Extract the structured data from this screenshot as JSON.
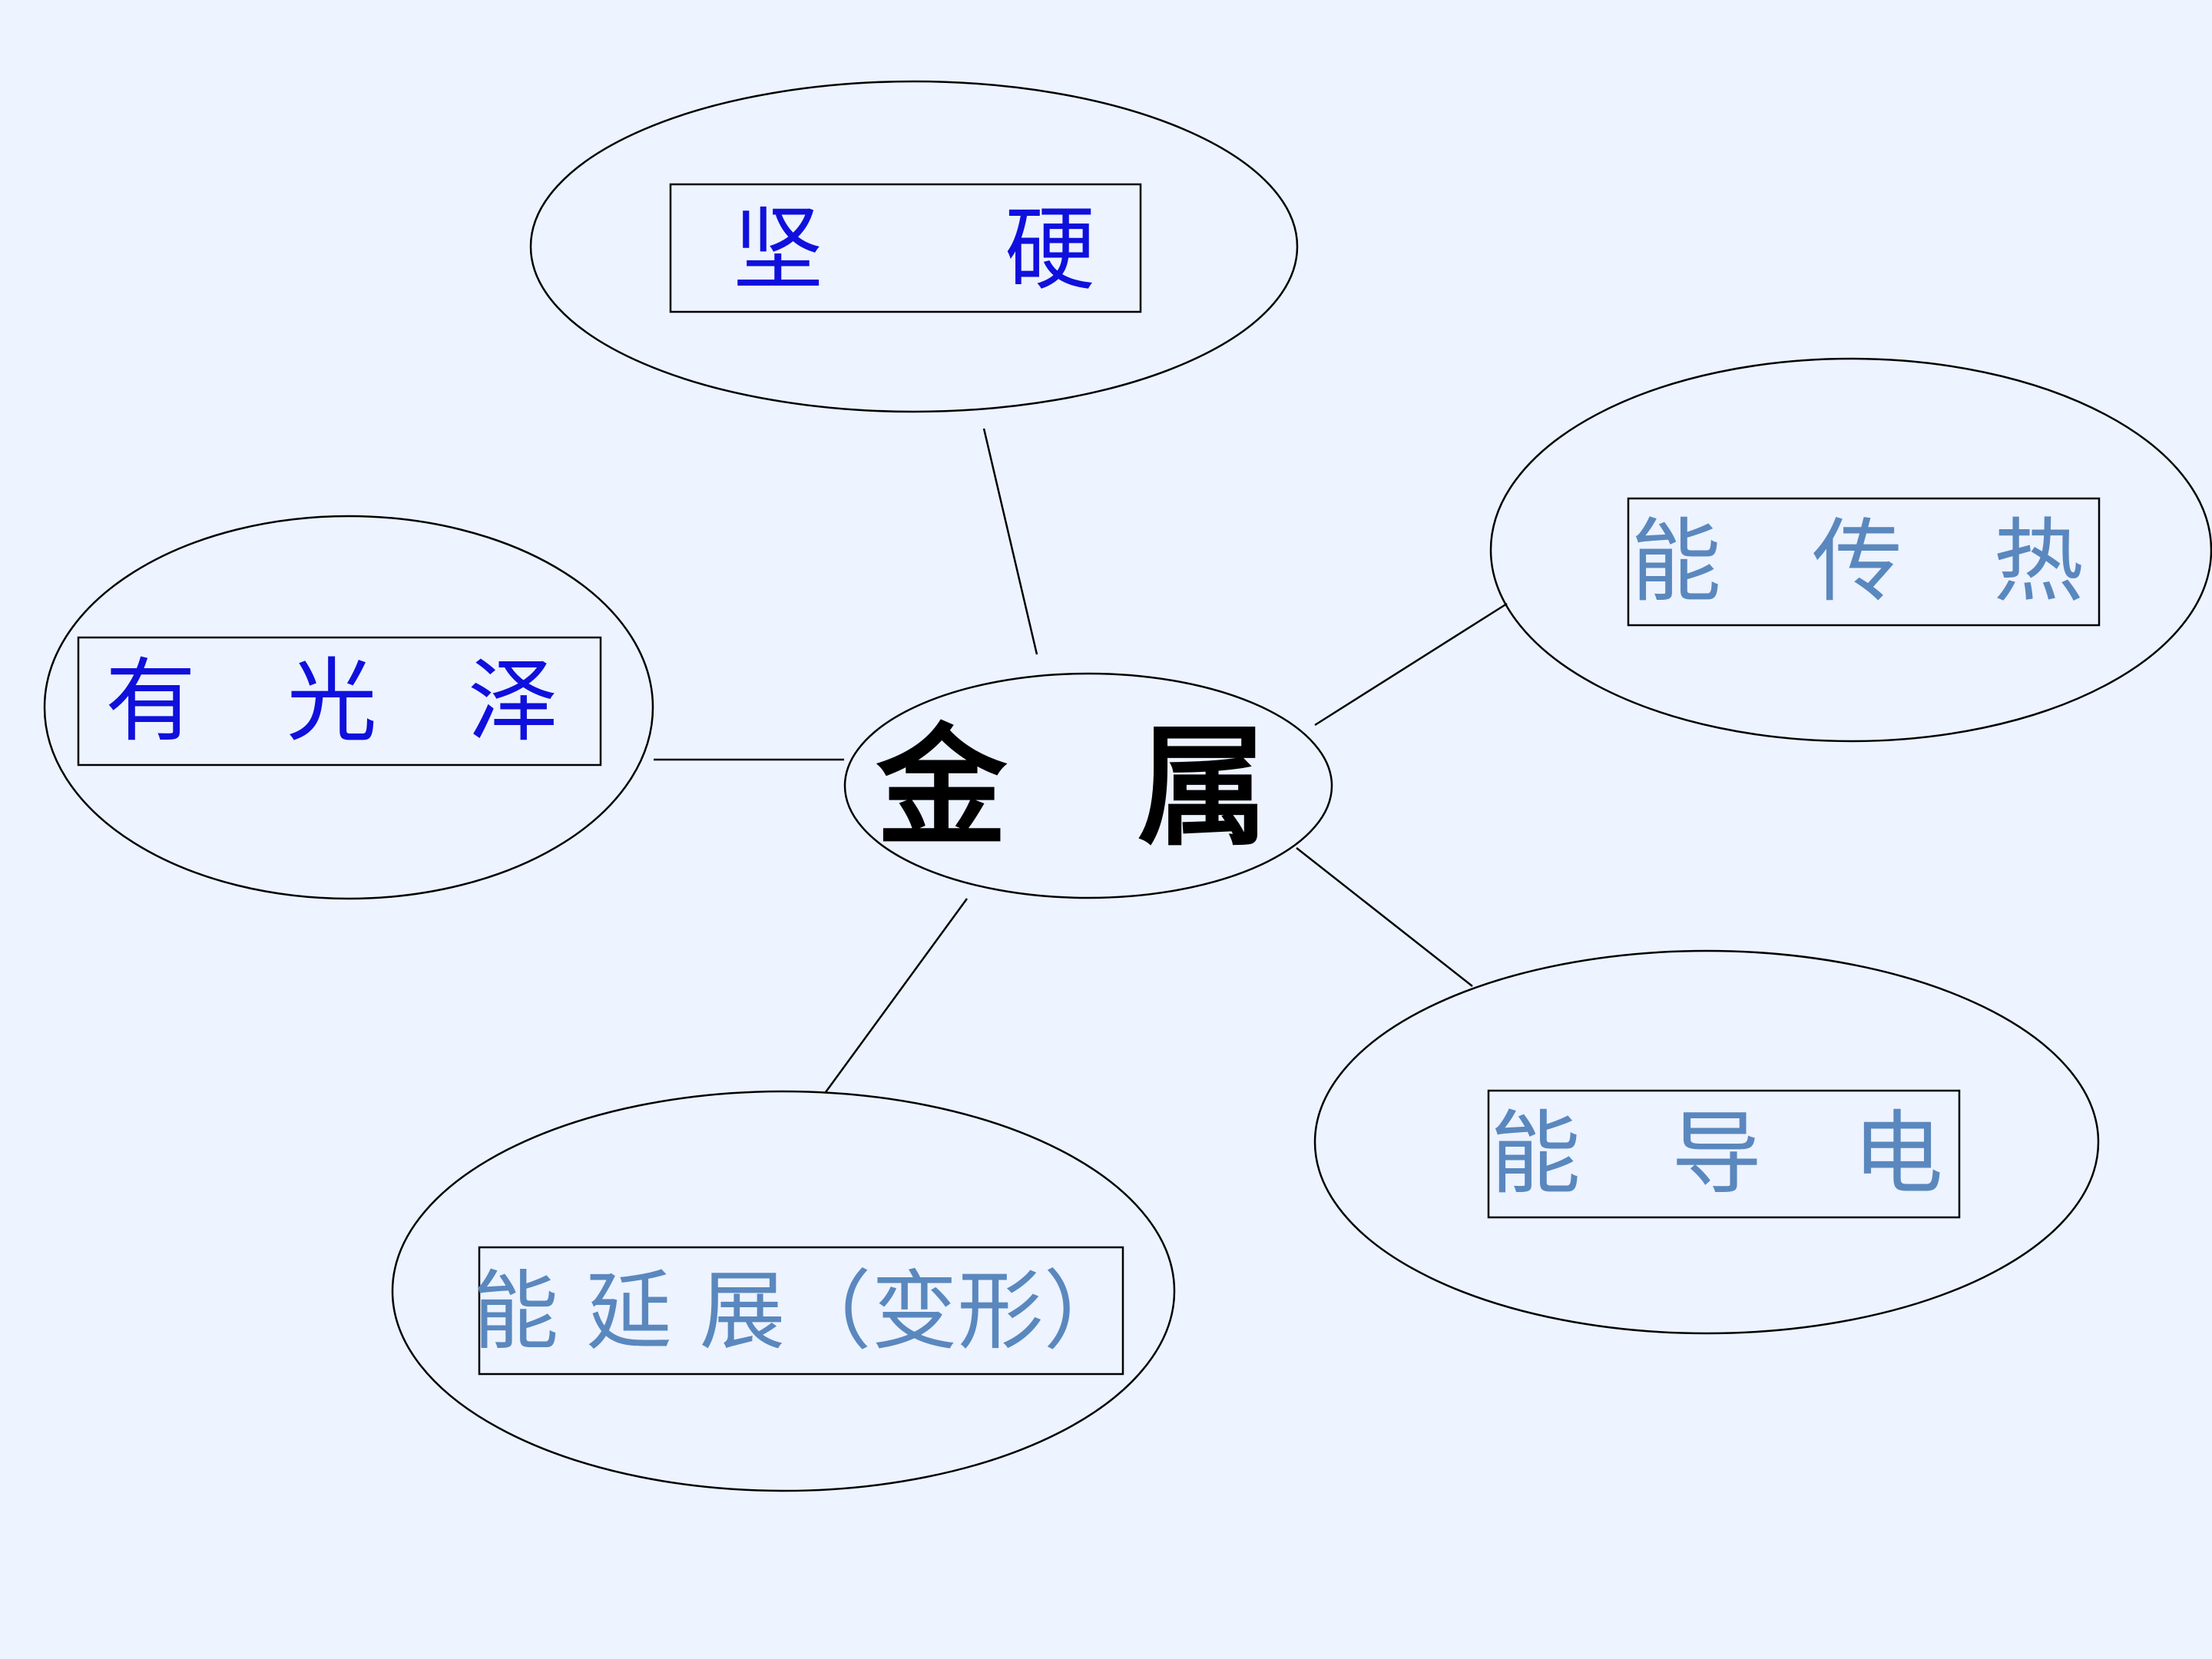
{
  "center": {
    "label": "金　属",
    "color": "#000000"
  },
  "properties": [
    {
      "id": "hard",
      "label": "坚　　硬",
      "color": "#1010DD"
    },
    {
      "id": "lustre",
      "label": "有　光　泽",
      "color": "#1010DD"
    },
    {
      "id": "heat",
      "label": "能　传　热",
      "color": "#5A88BE"
    },
    {
      "id": "electric",
      "label": "能　导　电",
      "color": "#5A88BE"
    },
    {
      "id": "ductile",
      "label": "能 延 展（变形）",
      "color": "#5A88BE"
    }
  ]
}
